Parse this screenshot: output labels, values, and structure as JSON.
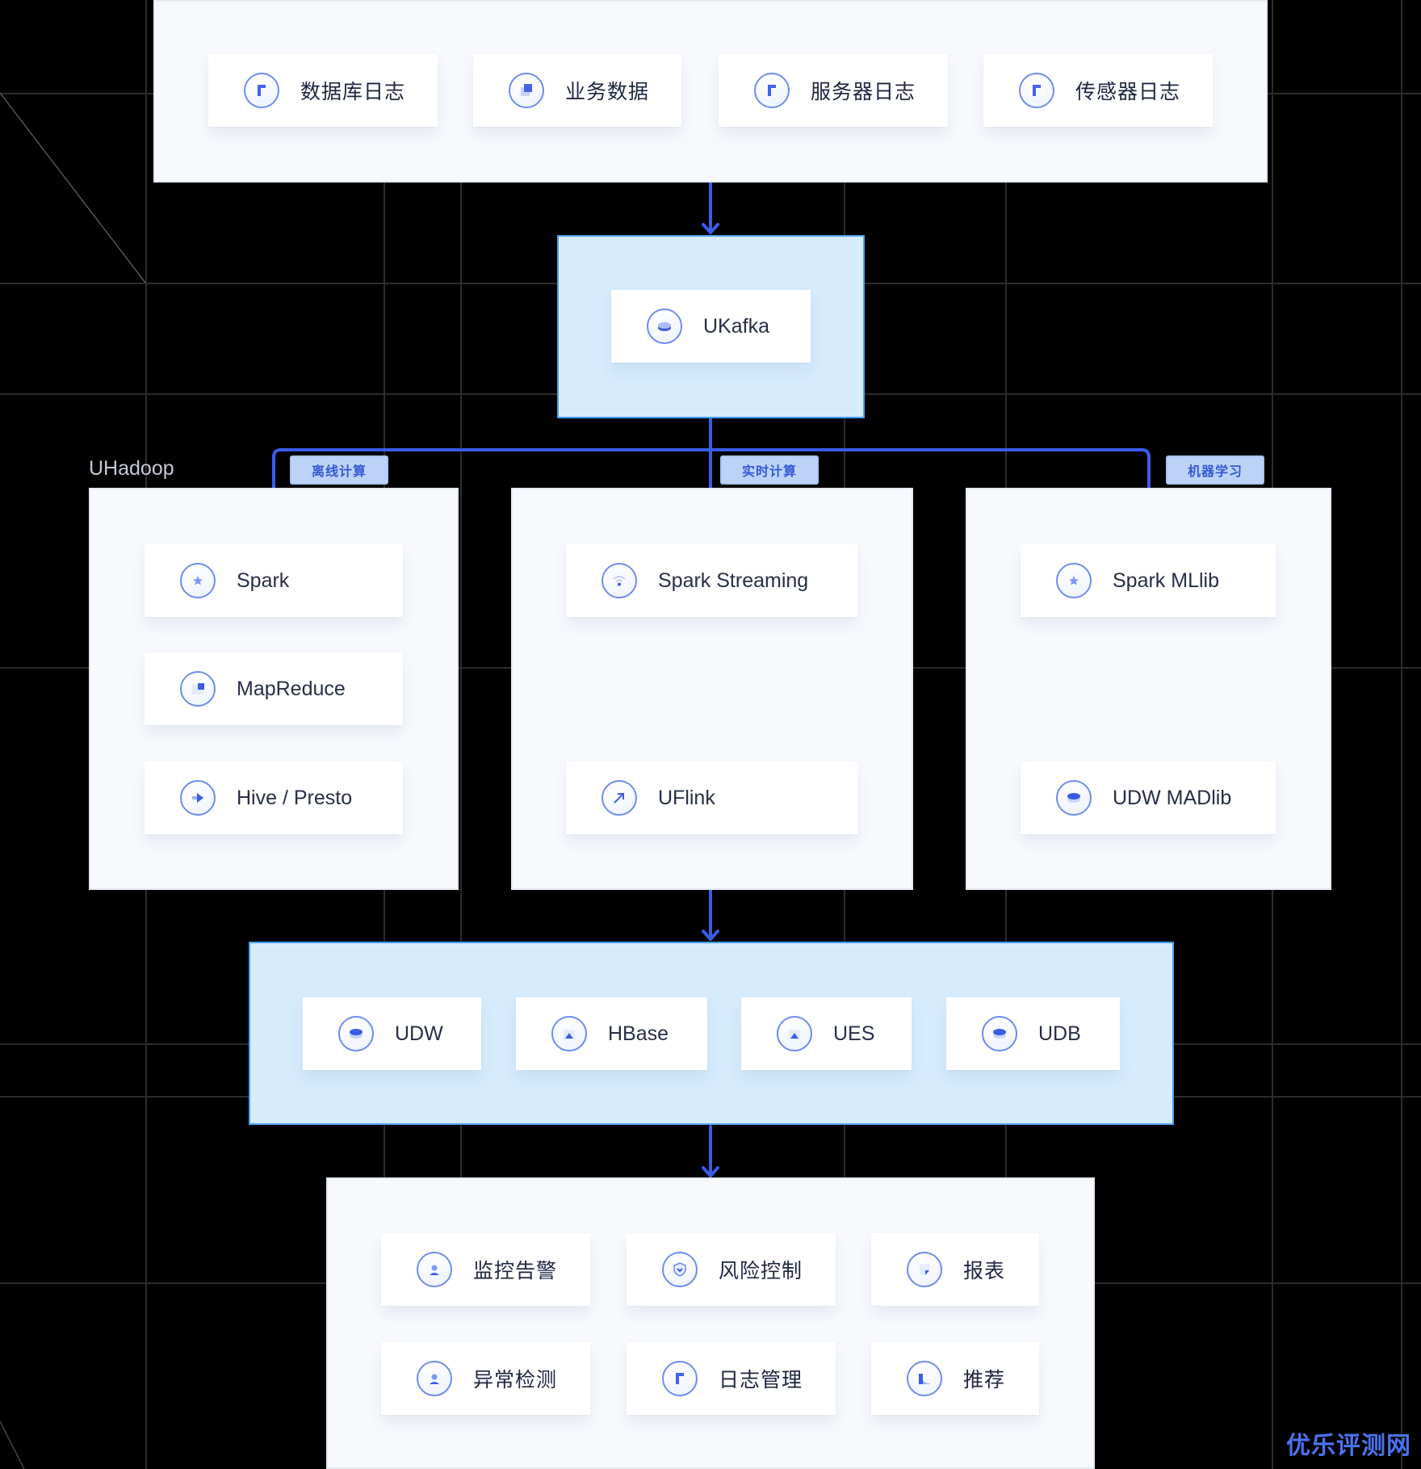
{
  "sources": [
    "数据库日志",
    "业务数据",
    "服务器日志",
    "传感器日志"
  ],
  "queue": {
    "label": "UKafka"
  },
  "group_title": "UHadoop",
  "tags": {
    "offline": "离线计算",
    "realtime": "实时计算",
    "ml": "机器学习"
  },
  "offline": [
    "Spark",
    "MapReduce",
    "Hive / Presto"
  ],
  "realtime": [
    "Spark Streaming",
    "UFlink"
  ],
  "ml": [
    "Spark MLlib",
    "UDW MADlib"
  ],
  "storage": [
    "UDW",
    "HBase",
    "UES",
    "UDB"
  ],
  "apps": [
    "监控告警",
    "风险控制",
    "报表",
    "异常检测",
    "日志管理",
    "推荐"
  ],
  "watermark": "优乐评测网",
  "colors": {
    "accent": "#3a5ce6",
    "panel_blue": "#d6ecfd",
    "panel": "#f7f9fd",
    "tag": "#bcd3f7"
  }
}
